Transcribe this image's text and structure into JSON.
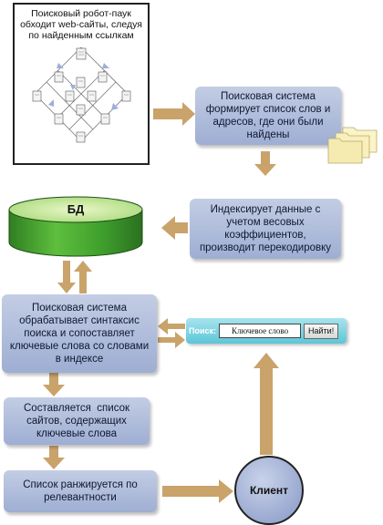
{
  "crawler": {
    "line1": "Поисковый робот-паук",
    "line2": "обходит web-сайты, следуя",
    "line3": "по найденным ссылкам"
  },
  "steps": {
    "index_list": [
      "Поисковая система",
      "формирует список слов и",
      "адресов, где они были",
      "найдены"
    ],
    "weights": [
      "Индексирует данные с",
      "учетом весовых",
      "коэффициентов,",
      "производит перекодировку"
    ],
    "process": [
      "Поисковая система",
      "обрабатывает синтаксис",
      "поиска и сопоставляет",
      "ключевые слова со словами",
      "в индексе"
    ],
    "compile": [
      "Составляется  список",
      "сайтов, содержащих",
      "ключевые слова"
    ],
    "rank": [
      "Список ранжируется по",
      "релевантности"
    ]
  },
  "db": {
    "label": "БД"
  },
  "client": {
    "label": "Клиент"
  },
  "search": {
    "label": "Поиск:",
    "query": "Ключевое слово",
    "button": "Найти!"
  },
  "colors": {
    "box_fill": "#a9b7da",
    "arrow": "#c9a36a",
    "db_green": "#3c9a2c",
    "search_bar": "#6fcddc"
  }
}
